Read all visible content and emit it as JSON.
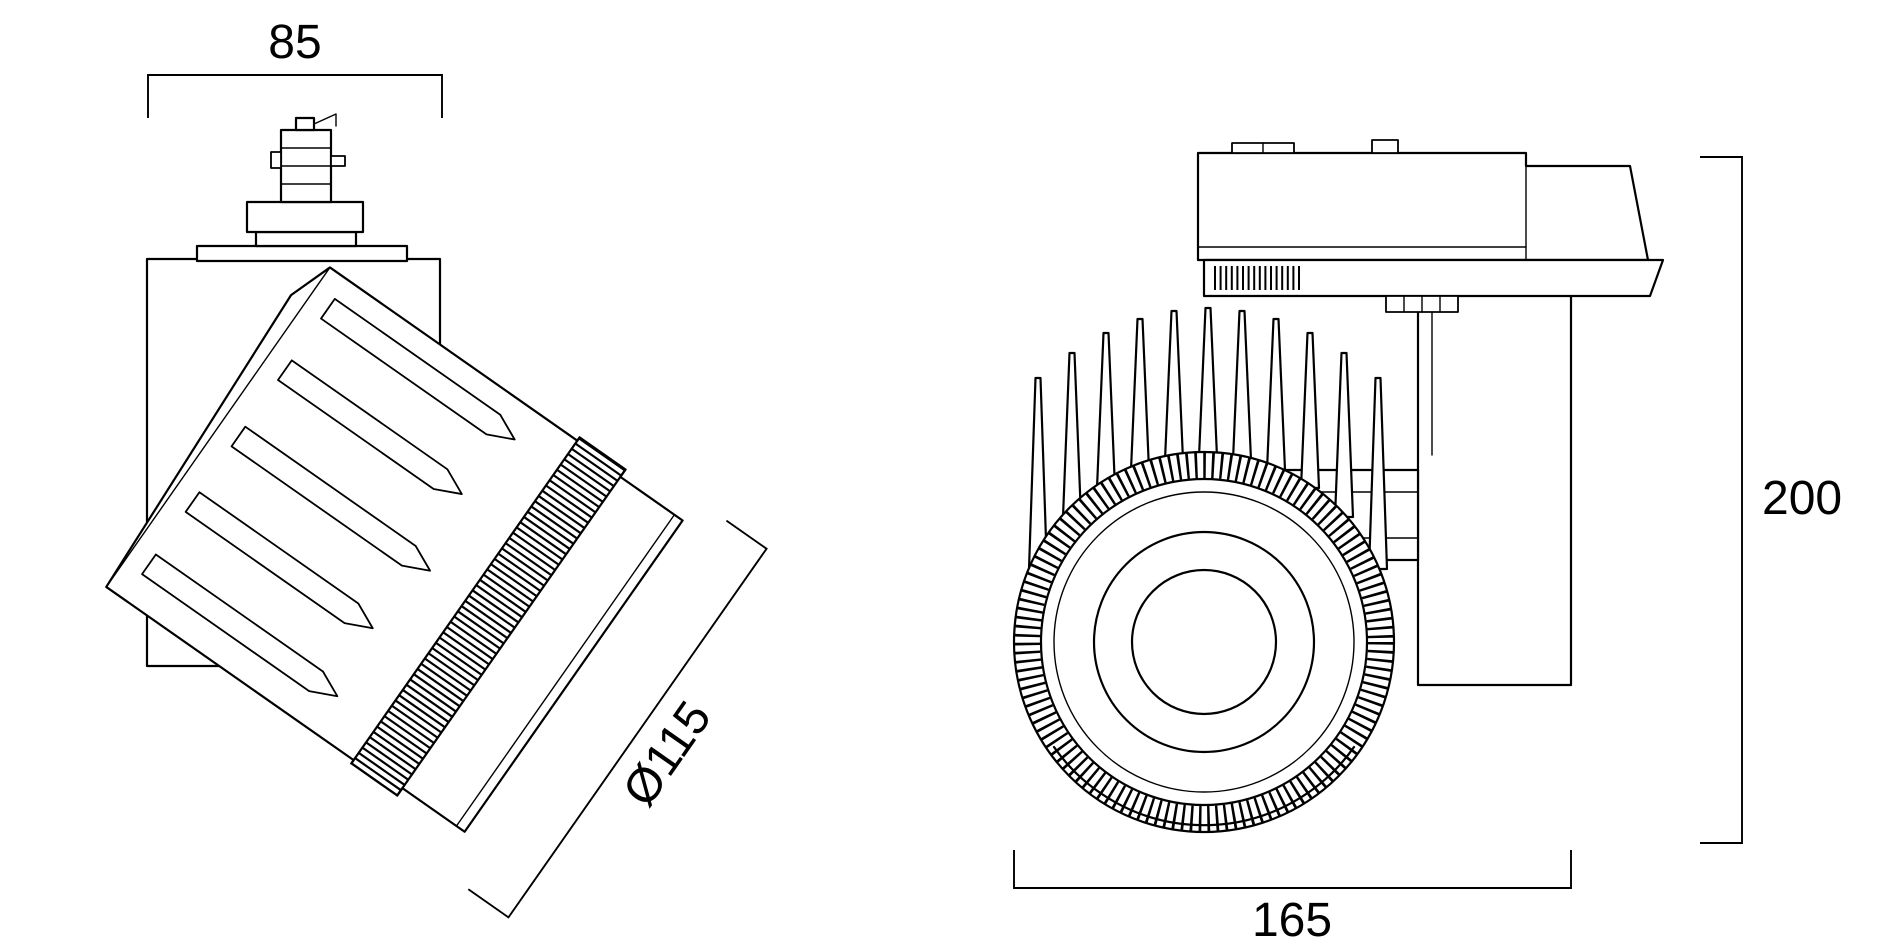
{
  "drawing": {
    "background_color": "#ffffff",
    "line_color": "#000000",
    "side_view": {
      "width_dimension": "85",
      "diameter_dimension": "Ø115"
    },
    "front_view": {
      "width_dimension": "165",
      "height_dimension": "200"
    }
  }
}
